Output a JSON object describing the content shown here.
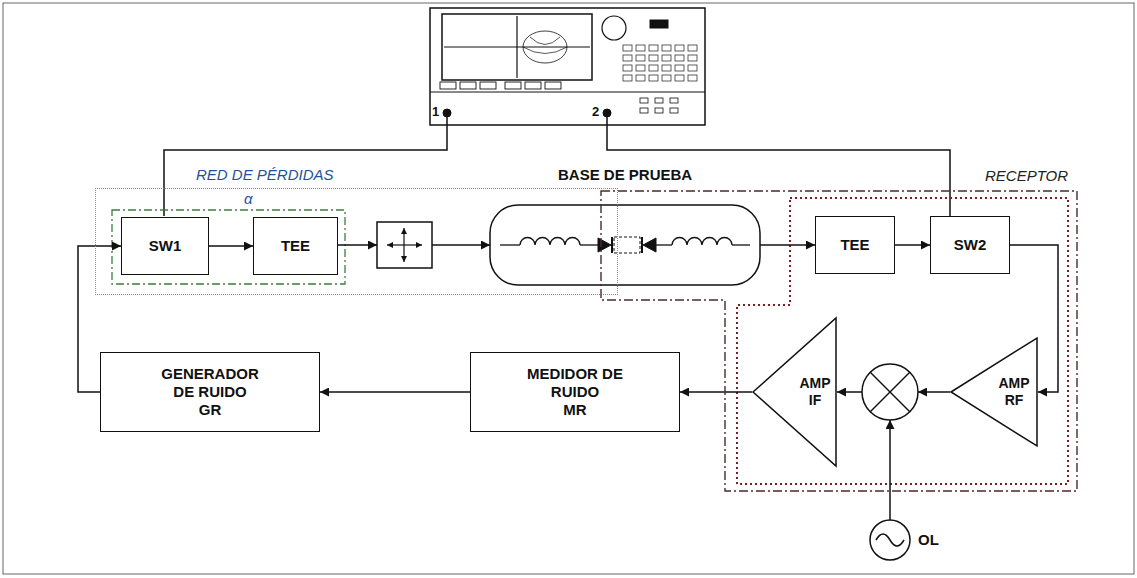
{
  "diagram": {
    "nodes": [
      {
        "text": [
          "RED DE PÉRDIDAS",
          "α"
        ]
      },
      {
        "text": [
          "SW1"
        ],
        "in": 0
      },
      {
        "text": [
          "TEE"
        ],
        "in": 0
      },
      {
        "text": [
          "RECEPTOR"
        ]
      },
      {
        "text": [
          "TEE"
        ],
        "in": 3
      },
      {
        "text": [
          "SW2"
        ],
        "in": 3
      },
      {
        "text": [
          "AMP RF"
        ],
        "in": 3
      },
      {
        "text": [
          "AMP IF"
        ],
        "in": 3
      },
      {
        "text": [
          "MEDIDOR DE RUIDO",
          "MR"
        ]
      },
      {
        "text": [
          "GENERADOR DE RUIDO",
          "GR"
        ]
      }
    ],
    "edges": [
      {
        "from": 1,
        "to": 2,
        "arrow": "to"
      },
      {
        "from": 4,
        "to": 5,
        "arrow": "to"
      },
      {
        "from": 5,
        "to": 6,
        "arrow": "to"
      },
      {
        "from": 7,
        "to": 8,
        "arrow": "to"
      },
      {
        "from": 8,
        "to": 9,
        "arrow": "to"
      },
      {
        "from": 9,
        "to": 1,
        "arrow": "to"
      }
    ],
    "labels": [
      "1",
      "2",
      "BASE DE PRUEBA",
      "OL"
    ]
  }
}
